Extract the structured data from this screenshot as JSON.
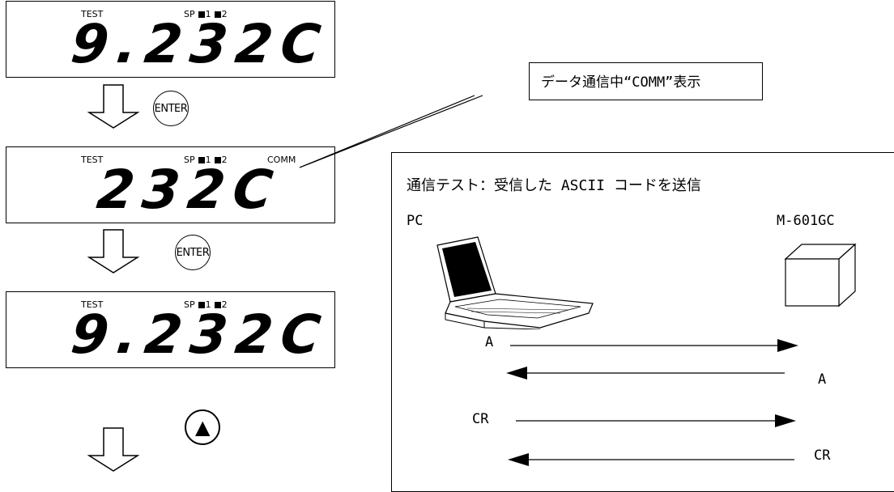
{
  "displays": [
    {
      "label_test": "TEST",
      "label_sp": "SP",
      "label_o1": "1",
      "label_o2": "2",
      "label_comm": "",
      "value": "9.232C"
    },
    {
      "label_test": "TEST",
      "label_sp": "SP",
      "label_o1": "1",
      "label_o2": "2",
      "label_comm": "COMM",
      "value": "232C"
    },
    {
      "label_test": "TEST",
      "label_sp": "SP",
      "label_o1": "1",
      "label_o2": "2",
      "label_comm": "",
      "value": "9.232C"
    }
  ],
  "keys": [
    {
      "label": "ENTER"
    },
    {
      "label": "ENTER"
    },
    {
      "label": "▲"
    }
  ],
  "callout": {
    "text": "データ通信中“COMM”表示"
  },
  "comm_test": {
    "title": "通信テスト：受信した ASCII コードを送信",
    "pc_label": "PC",
    "device_label": "M-601GC",
    "exchanges": [
      {
        "send": "A",
        "echo": "A"
      },
      {
        "send": "CR",
        "echo": "CR"
      }
    ]
  },
  "icons": [
    "down-arrow-icon",
    "laptop-icon",
    "device-box-icon",
    "arrow-right-icon",
    "arrow-left-icon"
  ]
}
